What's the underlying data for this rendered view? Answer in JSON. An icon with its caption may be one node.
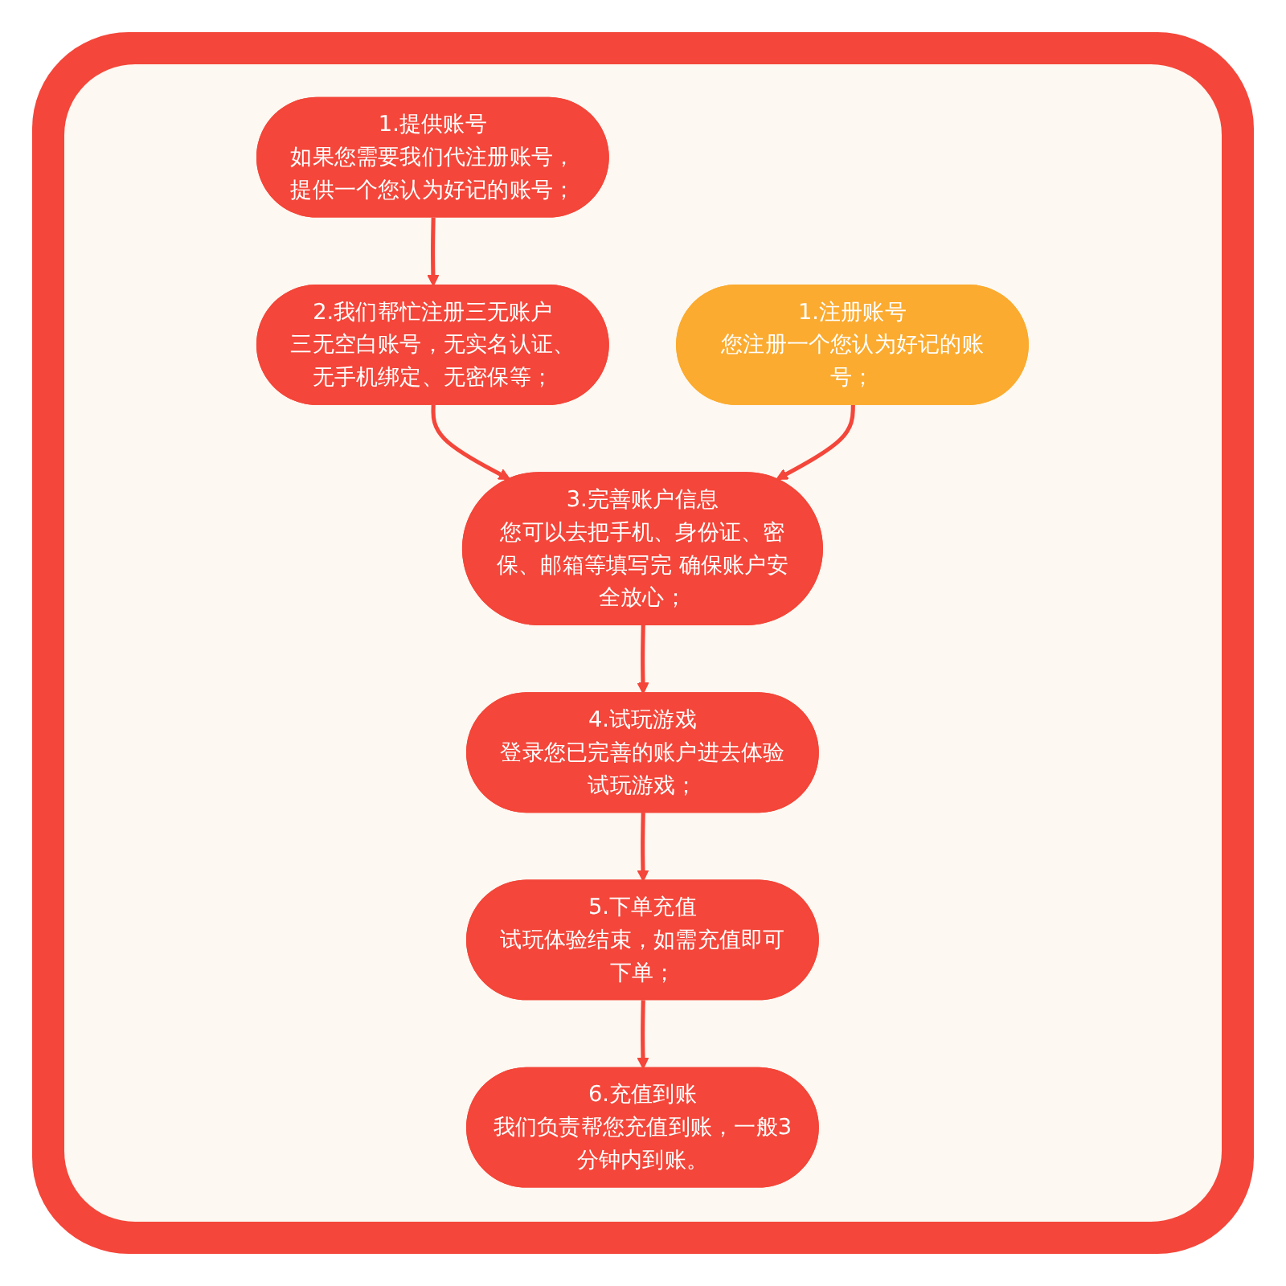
{
  "diagram": {
    "nodes": [
      {
        "text": [
          "1.提供账号",
          "如果您需要我们代注册账号，提供一个您认为好记的账号；"
        ]
      },
      {
        "text": [
          "2.我们帮忙注册三无账户",
          "三无空白账号，无实名认证、无手机绑定、无密保等；"
        ]
      },
      {
        "text": [
          "1.注册账号",
          "您注册一个您认为好记的账号；"
        ]
      },
      {
        "text": [
          "3.完善账户信息",
          "您可以去把手机、身份证、密保、邮箱等填写完 确保账户安全放心；"
        ]
      },
      {
        "text": [
          "4.试玩游戏",
          "登录您已完善的账户进去体验试玩游戏；"
        ]
      },
      {
        "text": [
          "5.下单充值",
          "试玩体验结束，如需充值即可下单；"
        ]
      },
      {
        "text": [
          "6.充值到账",
          "我们负责帮您充值到账，一般3分钟内到账。"
        ]
      }
    ],
    "edges": [
      {
        "from": 0,
        "to": 1,
        "arrow": "to"
      },
      {
        "from": 1,
        "to": 3,
        "arrow": "to"
      },
      {
        "from": 2,
        "to": 3,
        "arrow": "to"
      },
      {
        "from": 3,
        "to": 4,
        "arrow": "to"
      },
      {
        "from": 4,
        "to": 5,
        "arrow": "to"
      },
      {
        "from": 5,
        "to": 6,
        "arrow": "to"
      }
    ]
  }
}
